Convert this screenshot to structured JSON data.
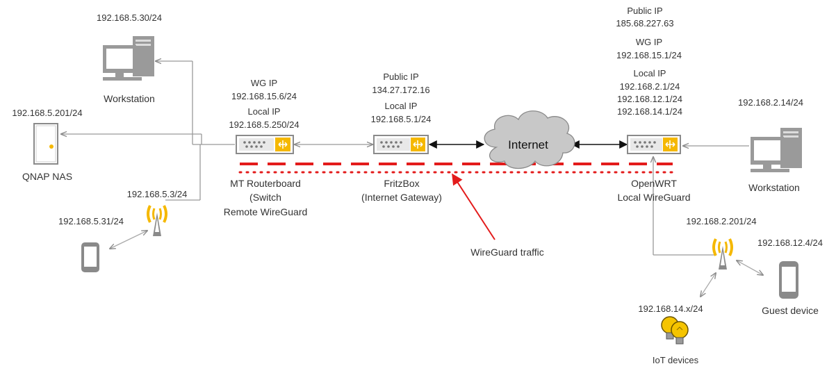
{
  "left_site": {
    "workstation": {
      "ip": "192.168.5.30/24",
      "label": "Workstation"
    },
    "nas": {
      "ip": "192.168.5.201/24",
      "label": "QNAP NAS"
    },
    "ap": {
      "ip": "192.168.5.3/24"
    },
    "phone": {
      "ip": "192.168.5.31/24"
    },
    "router": {
      "wg_ip_label": "WG IP",
      "wg_ip": "192.168.15.6/24",
      "local_ip_label": "Local IP",
      "local_ip": "192.168.5.250/24",
      "label_1": "MT Routerboard",
      "label_2": "(Switch",
      "label_3": "Remote WireGuard"
    }
  },
  "gateway": {
    "public_ip_label": "Public IP",
    "public_ip": "134.27.172.16",
    "local_ip_label": "Local IP",
    "local_ip": "192.168.5.1/24",
    "label_1": "FritzBox",
    "label_2": "(Internet Gateway)"
  },
  "internet": {
    "label": "Internet"
  },
  "traffic_label": "WireGuard traffic",
  "right_site": {
    "router": {
      "public_ip_label": "Public IP",
      "public_ip": "185.68.227.63",
      "wg_ip_label": "WG IP",
      "wg_ip": "192.168.15.1/24",
      "local_ip_label": "Local IP",
      "local_ips": [
        "192.168.2.1/24",
        "192.168.12.1/24",
        "192.168.14.1/24"
      ],
      "label_1": "OpenWRT",
      "label_2": "Local WireGuard"
    },
    "workstation": {
      "ip": "192.168.2.14/24",
      "label": "Workstation"
    },
    "ap": {
      "ip": "192.168.2.201/24"
    },
    "guest": {
      "ip": "192.168.12.4/24",
      "label": "Guest device"
    },
    "iot": {
      "ip": "192.168.14.x/24",
      "label": "IoT devices"
    }
  },
  "colors": {
    "accent_yellow": "#f5b800",
    "tunnel_red": "#e31b1b",
    "device_gray": "#8a8a8a",
    "cloud_gray": "#c8c8c8"
  }
}
